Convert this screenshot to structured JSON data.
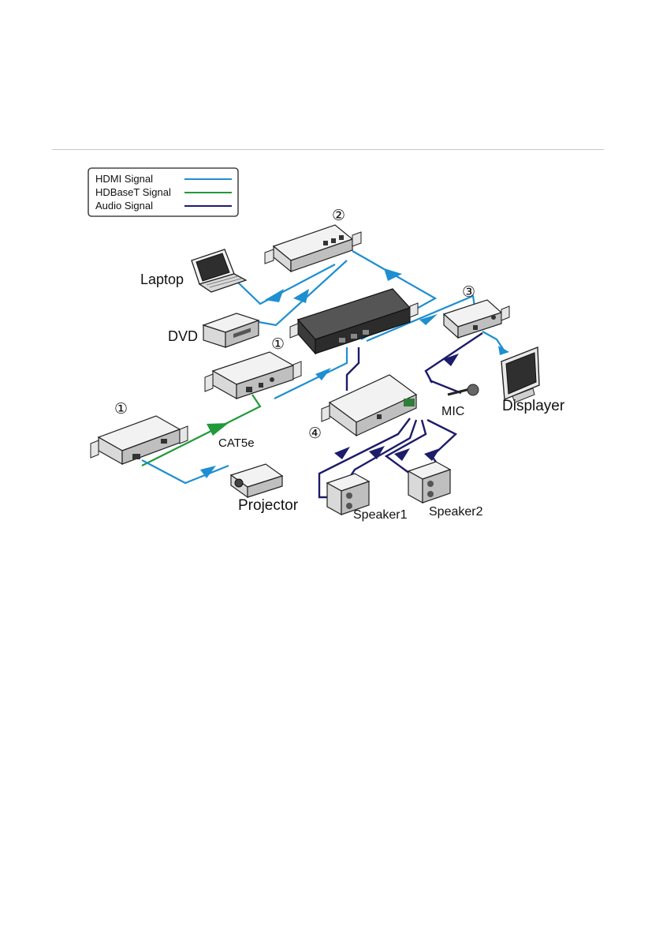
{
  "legend": {
    "items": [
      {
        "label": "HDMI Signal",
        "color": "#1e8fd0"
      },
      {
        "label": "HDBaseT Signal",
        "color": "#1f9a3a"
      },
      {
        "label": "Audio Signal",
        "color": "#1c1c6b"
      }
    ]
  },
  "nodes": {
    "laptop": "Laptop",
    "dvd": "DVD",
    "cat5e": "CAT5e",
    "projector": "Projector",
    "mic": "MIC",
    "displayer": "Displayer",
    "speaker1": "Speaker1",
    "speaker2": "Speaker2"
  },
  "markers": {
    "m1a": "①",
    "m1b": "①",
    "m2": "②",
    "m3": "③",
    "m4": "④"
  },
  "colors": {
    "hdmi": "#1e8fd0",
    "hdbaset": "#1f9a3a",
    "audio": "#1c1c6b"
  }
}
